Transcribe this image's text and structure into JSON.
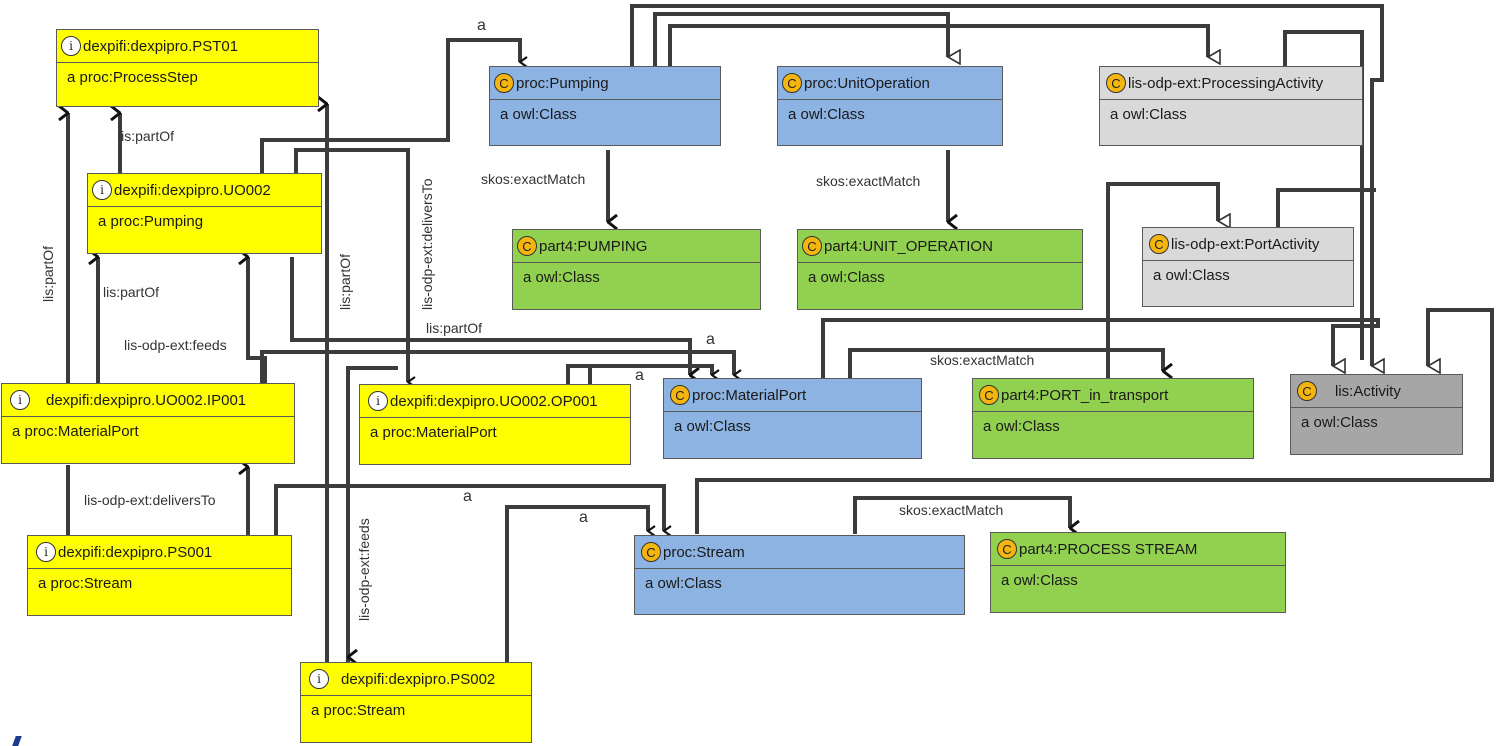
{
  "nodes": [
    {
      "id": "pst01",
      "title": "dexpifi:dexpipro.PST01",
      "type_text": "a proc:ProcessStep",
      "badge": "i",
      "fill": "ind"
    },
    {
      "id": "uo002",
      "title": "dexpifi:dexpipro.UO002",
      "type_text": "a proc:Pumping",
      "badge": "i",
      "fill": "ind"
    },
    {
      "id": "ip001",
      "title": "dexpifi:dexpipro.UO002.IP001",
      "type_text": "a proc:MaterialPort",
      "badge": "i",
      "fill": "ind"
    },
    {
      "id": "op001",
      "title": "dexpifi:dexpipro.UO002.OP001",
      "type_text": "a proc:MaterialPort",
      "badge": "i",
      "fill": "ind"
    },
    {
      "id": "ps001",
      "title": "dexpifi:dexpipro.PS001",
      "type_text": "a proc:Stream",
      "badge": "i",
      "fill": "ind"
    },
    {
      "id": "ps002",
      "title": "dexpifi:dexpipro.PS002",
      "type_text": "a proc:Stream",
      "badge": "i",
      "fill": "ind"
    },
    {
      "id": "pumping",
      "title": "proc:Pumping",
      "type_text": "a owl:Class",
      "badge": "C",
      "fill": "cls"
    },
    {
      "id": "unitop",
      "title": "proc:UnitOperation",
      "type_text": "a owl:Class",
      "badge": "C",
      "fill": "cls"
    },
    {
      "id": "procact",
      "title": "lis-odp-ext:ProcessingActivity",
      "type_text": "a owl:Class",
      "badge": "C",
      "fill": "gry"
    },
    {
      "id": "p4pump",
      "title": "part4:PUMPING",
      "type_text": "a owl:Class",
      "badge": "C",
      "fill": "map"
    },
    {
      "id": "p4unit",
      "title": "part4:UNIT_OPERATION",
      "type_text": "a owl:Class",
      "badge": "C",
      "fill": "map"
    },
    {
      "id": "portact",
      "title": "lis-odp-ext:PortActivity",
      "type_text": "a owl:Class",
      "badge": "C",
      "fill": "gry"
    },
    {
      "id": "matport",
      "title": "proc:MaterialPort",
      "type_text": "a owl:Class",
      "badge": "C",
      "fill": "cls"
    },
    {
      "id": "p4port",
      "title": "part4:PORT_in_transport",
      "type_text": "a owl:Class",
      "badge": "C",
      "fill": "map"
    },
    {
      "id": "activity",
      "title": "lis:Activity",
      "type_text": "a owl:Class",
      "badge": "C",
      "fill": "dgry"
    },
    {
      "id": "stream",
      "title": "proc:Stream",
      "type_text": "a owl:Class",
      "badge": "C",
      "fill": "cls"
    },
    {
      "id": "p4stream",
      "title": "part4:PROCESS STREAM",
      "type_text": "a owl:Class",
      "badge": "C",
      "fill": "map"
    }
  ],
  "edge_labels": [
    {
      "id": "a-pumping",
      "text": "a"
    },
    {
      "id": "partof-uo",
      "text": "lis:partOf"
    },
    {
      "id": "partof-ip-pst",
      "text": "lis:partOf"
    },
    {
      "id": "partof-ip-uo",
      "text": "lis:partOf"
    },
    {
      "id": "feeds-ip",
      "text": "lis-odp-ext:feeds"
    },
    {
      "id": "partof-ps002",
      "text": "lis:partOf"
    },
    {
      "id": "delivers-uo",
      "text": "lis-odp-ext:deliversTo"
    },
    {
      "id": "partof-op",
      "text": "lis:partOf"
    },
    {
      "id": "a-ip",
      "text": "a"
    },
    {
      "id": "a-op",
      "text": "a"
    },
    {
      "id": "delivers-ps001",
      "text": "lis-odp-ext:deliversTo"
    },
    {
      "id": "a-ps001",
      "text": "a"
    },
    {
      "id": "a-ps002",
      "text": "a"
    },
    {
      "id": "feeds-ps002",
      "text": "lis-odp-ext:feeds"
    },
    {
      "id": "skos-pump",
      "text": "skos:exactMatch"
    },
    {
      "id": "skos-unit",
      "text": "skos:exactMatch"
    },
    {
      "id": "skos-port",
      "text": "skos:exactMatch"
    },
    {
      "id": "skos-stream",
      "text": "skos:exactMatch"
    }
  ]
}
